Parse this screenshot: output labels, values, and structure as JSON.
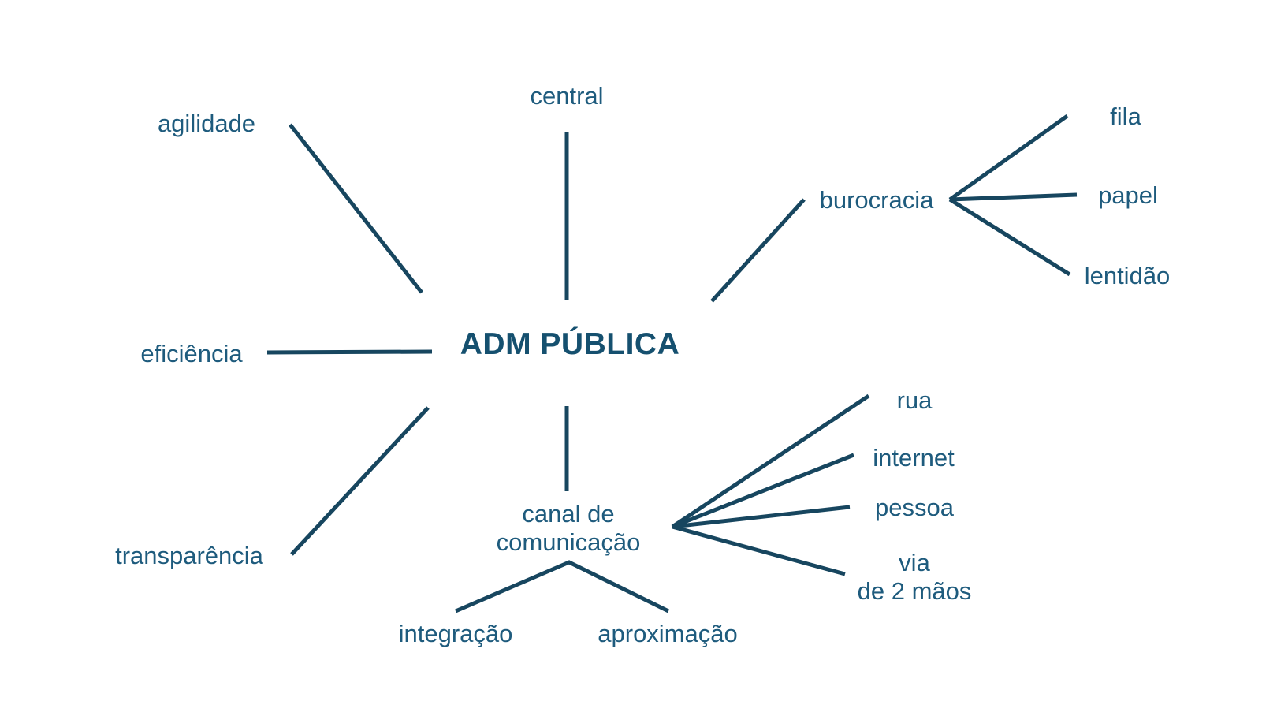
{
  "canvas": {
    "background": "#ffffff"
  },
  "colors": {
    "line": "#17465f",
    "node_text": "#1e5b7d",
    "root_text": "#15506f"
  },
  "nodes": {
    "root": {
      "label": "ADM PÚBLICA"
    },
    "central": {
      "label": "central"
    },
    "agilidade": {
      "label": "agilidade"
    },
    "eficiencia": {
      "label": "eficiência"
    },
    "transparencia": {
      "label": "transparência"
    },
    "burocracia": {
      "label": "burocracia"
    },
    "fila": {
      "label": "fila"
    },
    "papel": {
      "label": "papel"
    },
    "lentidao": {
      "label": "lentidão"
    },
    "canal": {
      "label": "canal de\ncomunicação"
    },
    "integracao": {
      "label": "integração"
    },
    "aproximacao": {
      "label": "aproximação"
    },
    "rua": {
      "label": "rua"
    },
    "internet": {
      "label": "internet"
    },
    "pessoa": {
      "label": "pessoa"
    },
    "via": {
      "label": "via\nde 2 mãos"
    }
  },
  "hierarchy": {
    "root": "ADM PÚBLICA",
    "children": [
      {
        "label": "central",
        "children": []
      },
      {
        "label": "agilidade",
        "children": []
      },
      {
        "label": "eficiência",
        "children": []
      },
      {
        "label": "transparência",
        "children": []
      },
      {
        "label": "burocracia",
        "children": [
          "fila",
          "papel",
          "lentidão"
        ]
      },
      {
        "label": "canal de comunicação",
        "children": [
          "integração",
          "aproximação",
          "rua",
          "internet",
          "pessoa",
          "via de 2 mãos"
        ]
      }
    ]
  }
}
